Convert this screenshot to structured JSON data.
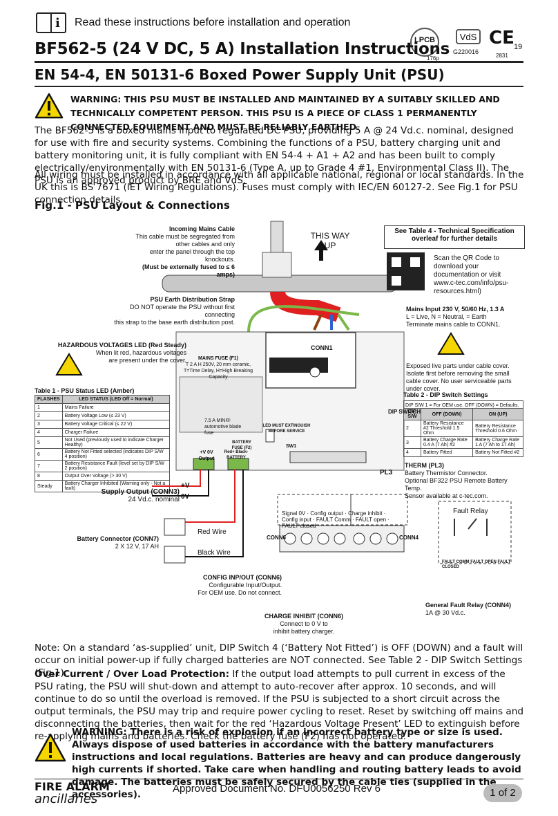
{
  "header": {
    "read_note": "Read these instructions before installation and operation",
    "title": "BF562-5 (24 V DC, 5 A) Installation Instructions",
    "subtitle": "EN 54-4, EN 50131-6 Boxed Power Supply Unit (PSU)",
    "certs": {
      "lpcb": "LPCB",
      "lpcb_num": "176p",
      "vds": "VdS",
      "vds_num": "G220016",
      "ce": "CE",
      "ce_year": "19",
      "ce_num": "2831"
    }
  },
  "warning_top": "WARNING: THIS PSU MUST BE INSTALLED AND MAINTAINED BY A SUITABLY SKILLED AND TECHNICALLY COMPETENT PERSON. THIS PSU IS A PIECE OF CLASS 1 PERMANENTLY CONNECTED EQUIPMENT AND MUST BE RELIABLY EARTHED.",
  "intro1": "The BF562-5 is a boxed mains input to regulated DC PSU, providing 5 A @ 24 Vd.c. nominal, designed for use with fire and security systems. Combining the functions of a PSU, battery charging unit and battery monitoring unit, it is fully compliant with EN 54-4 + A1 + A2 and has been built to comply electrically/environmentally with EN 50131-6 (Type A, up to Grade 4 #1, Environmental Class II). The PSU is an approved product by BRE and VdS.",
  "intro2": "All wiring must be installed in accordance with all applicable national, regional or local standards. In the UK this is BS 7671 (IET Wiring Regulations). Fuses must comply with IEC/EN 60127-2. See Fig.1 for PSU connection details.",
  "fig": {
    "title": "Fig.1 - PSU Layout & Connections",
    "incoming_title": "Incoming Mains Cable",
    "incoming_1": "This cable must be segregated from other cables and only",
    "incoming_2": "enter the panel through the top knockouts.",
    "incoming_3": "(Must be externally fused to ≤ 6 amps)",
    "this_way_up": "THIS WAY UP",
    "see_table": "See Table 4 - Technical Specification overleaf for further details",
    "qr_text": "Scan the QR Code to download your documentation or visit www.c-tec.com/info/psu-resources.html)",
    "earth_title": "PSU Earth Distribution Strap",
    "earth_1": "DO NOT operate the PSU without first connecting",
    "earth_2": "this strap to the base earth distribution post.",
    "mains_title": "Mains Input 230 V, 50/60 Hz, 1.3 A",
    "mains_1": "L = Live,   N = Neutral,       = Earth",
    "mains_2": "Terminate mains cable to CONN1.",
    "haz_title": "HAZARDOUS VOLTAGES LED (Red Steady)",
    "haz_1": "When lit red, hazardous voltages",
    "haz_2": "are present under the cover.",
    "fuse_title": "MAINS FUSE (F1)",
    "fuse_1": "T 2 A H 250V, 20 mm ceramic,",
    "fuse_2": "T=Time Delay, H=High Breaking Capacity",
    "conn1": "CONN1",
    "exposed": "Exposed live parts under cable cover. Isolate first before removing the small cable cover. No user serviceable parts under cover.",
    "t1_title": "Table 1 - PSU Status LED (Amber)",
    "t1_head": [
      "FLASHES",
      "LED STATUS    (LED Off = Normal)"
    ],
    "t1_rows": [
      [
        "1",
        "Mains Failure"
      ],
      [
        "2",
        "Battery Voltage Low (≤ 23 V)"
      ],
      [
        "3",
        "Battery Voltage Critical (≤ 22 V)"
      ],
      [
        "4",
        "Charger Failure"
      ],
      [
        "5",
        "Not Used (previously used to indicate Charger Healthy)"
      ],
      [
        "6",
        "Battery Not Fitted selected (indicates DIP S/W 4 position)"
      ],
      [
        "7",
        "Battery Resistance Fault (level set by DIP S/W 2 position)"
      ],
      [
        "8",
        "Output Over Voltage (> 30 V)"
      ],
      [
        "Steady",
        "Battery Charger Inhibited (Warning only - Not a fault)"
      ]
    ],
    "t2_title": "Table 2 - DIP Switch Settings",
    "t2_note": "DIP S/W 1 = For OEM use.   OFF (DOWN) = Defaults.",
    "t2_head": [
      "DIP S/W",
      "OFF (DOWN)",
      "ON (UP)"
    ],
    "t2_rows": [
      [
        "2",
        "Battery Resistance #2 Threshold 1.5 Ohm",
        "Battery Resistance Threshold 0.6 Ohm"
      ],
      [
        "3",
        "Battery Charge Rate 0.4 A (7 Ah) #2",
        "Battery Charge Rate 1 A (7 Ah to 17 Ah)"
      ],
      [
        "4",
        "Battery Fitted",
        "Battery Not Fitted #2"
      ]
    ],
    "minifuse": "7.5 A MINI® automotive blade fuse",
    "led_ext": "LED MUST EXTINGUISH BEFORE SERVICE",
    "dip": "DIP SWITCH",
    "sw1": "SW1",
    "batt_fuse": "BATTERY FUSE (F2)",
    "v_out": "+V  0V Output",
    "red_black": "Red+ Black- BATTERY",
    "therm_title": "THERM (PL3)",
    "therm_1": "Battery Thermistor Connector.",
    "therm_2": "Optional BF322 PSU Remote Battery Temp.",
    "therm_3": "Sensor available at c-tec.com.",
    "pl3": "PL3",
    "supply_title": "Supply Output (CONN3)",
    "supply_1": "24 Vd.c. nominal",
    "plus_v": "+V",
    "zero_v": "0V",
    "batt_title": "Battery Connector (CONN7)",
    "batt_1": "2 X 12 V, 17 AH",
    "red_wire": "Red Wire",
    "black_wire": "Black Wire",
    "cfg_title": "CONFIG INP/OUT (CONN6)",
    "cfg_1": "Configurable Input/Output.",
    "cfg_2": "For OEM use. Do not connect.",
    "inh_title": "CHARGE INHIBIT (CONN6)",
    "inh_1": "Connect to 0 V to",
    "inh_2": "inhibit battery charger.",
    "relay_title": "General Fault Relay (CONN4)",
    "relay_1": "1A @ 30 Vd.c.",
    "fault_relay": "Fault Relay",
    "term_labels": [
      "Signal 0V",
      "Config output",
      "Charge inhibit",
      "Config input",
      "FAULT Comm",
      "FAULT open",
      "FAULT closed"
    ],
    "conn6": "CONN6",
    "conn4": "CONN4",
    "relay_pins": [
      "FAULT COMM",
      "FAULT OPEN",
      "FAULT CLOSED"
    ]
  },
  "note": "Note: On a standard ‘as-supplied’ unit, DIP Switch 4 (‘Battery Not Fitted’) is OFF (DOWN) and a fault will occur on initial power-up if fully charged batteries are NOT connected. See Table 2 - DIP Switch Settings (Fig.1).",
  "overcurrent_title": "Over Current / Over Load Protection:",
  "overcurrent": " If the output load attempts to pull current in excess of the PSU rating, the PSU will shut-down and attempt to auto-recover after approx. 10 seconds, and will continue to do so until the overload is removed. If the PSU is subjected to a short circuit across the output terminals, the PSU may trip and require power cycling to reset. Reset by switching off mains and disconnecting the batteries, then wait for the red ‘Hazardous Voltage Present’ LED to extinguish before re-applying mains and batteries. Check the battery fuse (F2) has not operated.",
  "warning_bottom": "WARNING: There is a risk of explosion if an incorrect battery type or size is used. Always dispose of used batteries in accordance with the battery manufacturers instructions and local regulations. Batteries are heavy and can produce dangerously high currents if shorted. Take care when handling and routing battery leads to avoid damage. The batteries must be safely secured by the cable ties (supplied in the accessories).",
  "footer": {
    "brand1": "FIRE ALARM",
    "brand2": "ancillaries",
    "doc": "Approved Document No. DFU0056250 Rev 6",
    "page": "1 of 2"
  },
  "colors": {
    "warning_yellow": "#f5d600",
    "red_wire": "#e02020",
    "earth_green": "#7ab84a"
  }
}
